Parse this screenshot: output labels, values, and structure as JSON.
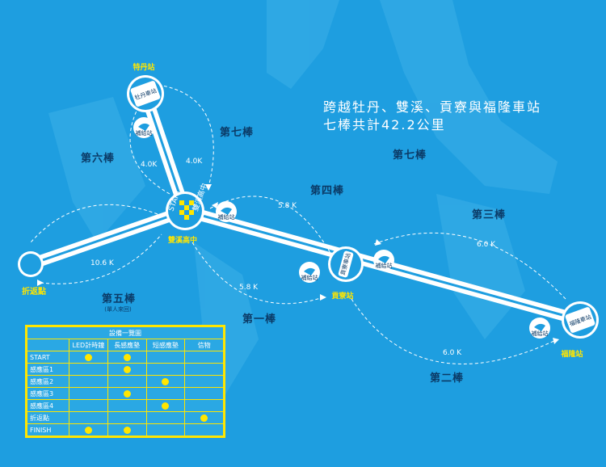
{
  "headline": [
    "跨越牡丹、雙溪、貢寮與福隆車站",
    "七棒共計42.2公里"
  ],
  "stations": {
    "mudan": "特丹站",
    "shuangxi": "雙溪高中",
    "gongliao": "貢寮站",
    "fulong": "福隆站",
    "turnaround": "折返點"
  },
  "badges": {
    "start": "START",
    "shuangxi_sign": "雙溪高中",
    "mudan_sign": "牡丹車站",
    "gongliao_sign": "貢寮車站",
    "fulong_sign": "福隆車站",
    "water": "補給站"
  },
  "legs": {
    "leg1": "第一棒",
    "leg2": "第二棒",
    "leg3": "第三棒",
    "leg4": "第四棒",
    "leg5": "第五棒",
    "leg5_note": "(單人來回)",
    "leg6": "第六棒",
    "leg7": "第七棒",
    "leg7_alt": "第七棒"
  },
  "distances": {
    "d1": "5.8 K",
    "d2": "6.0 K",
    "d3": "6.0 K",
    "d4": "5.8 K",
    "d5": "10.6 K",
    "d6": "4.0K",
    "d7": "4.0K"
  },
  "colors": {
    "background": "#1e9ee0",
    "route": "#ffffff",
    "accent": "#ffe600",
    "text_dark": "#0b3a66"
  },
  "equipment": {
    "title": "設備一覽圖",
    "columns": [
      "LED計時鐘",
      "長感應墊",
      "短感應墊",
      "信物"
    ],
    "rows": [
      {
        "label": "START",
        "marks": [
          true,
          true,
          false,
          false
        ]
      },
      {
        "label": "感應區1",
        "marks": [
          false,
          true,
          false,
          false
        ]
      },
      {
        "label": "感應區2",
        "marks": [
          false,
          false,
          true,
          false
        ]
      },
      {
        "label": "感應區3",
        "marks": [
          false,
          true,
          false,
          false
        ]
      },
      {
        "label": "感應區4",
        "marks": [
          false,
          false,
          true,
          false
        ]
      },
      {
        "label": "折返點",
        "marks": [
          false,
          false,
          false,
          true
        ]
      },
      {
        "label": "FINISH",
        "marks": [
          true,
          true,
          false,
          false
        ]
      }
    ]
  }
}
